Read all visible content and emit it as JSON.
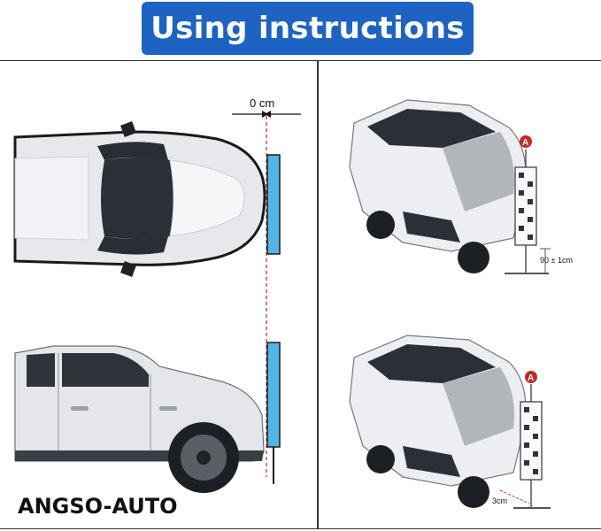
{
  "banner": {
    "title": "Using instructions"
  },
  "left_panel": {
    "distance_label": "0 cm"
  },
  "right_panel": {
    "marker_top": "A",
    "marker_bottom": "A",
    "height_label": "90 ± 1cm",
    "offset_label": "3cm"
  },
  "brand": {
    "name": "ANGSO-AUTO"
  },
  "colors": {
    "banner": "#1c63c4",
    "reflector": "#4fb6e6",
    "marker": "#c62828"
  }
}
